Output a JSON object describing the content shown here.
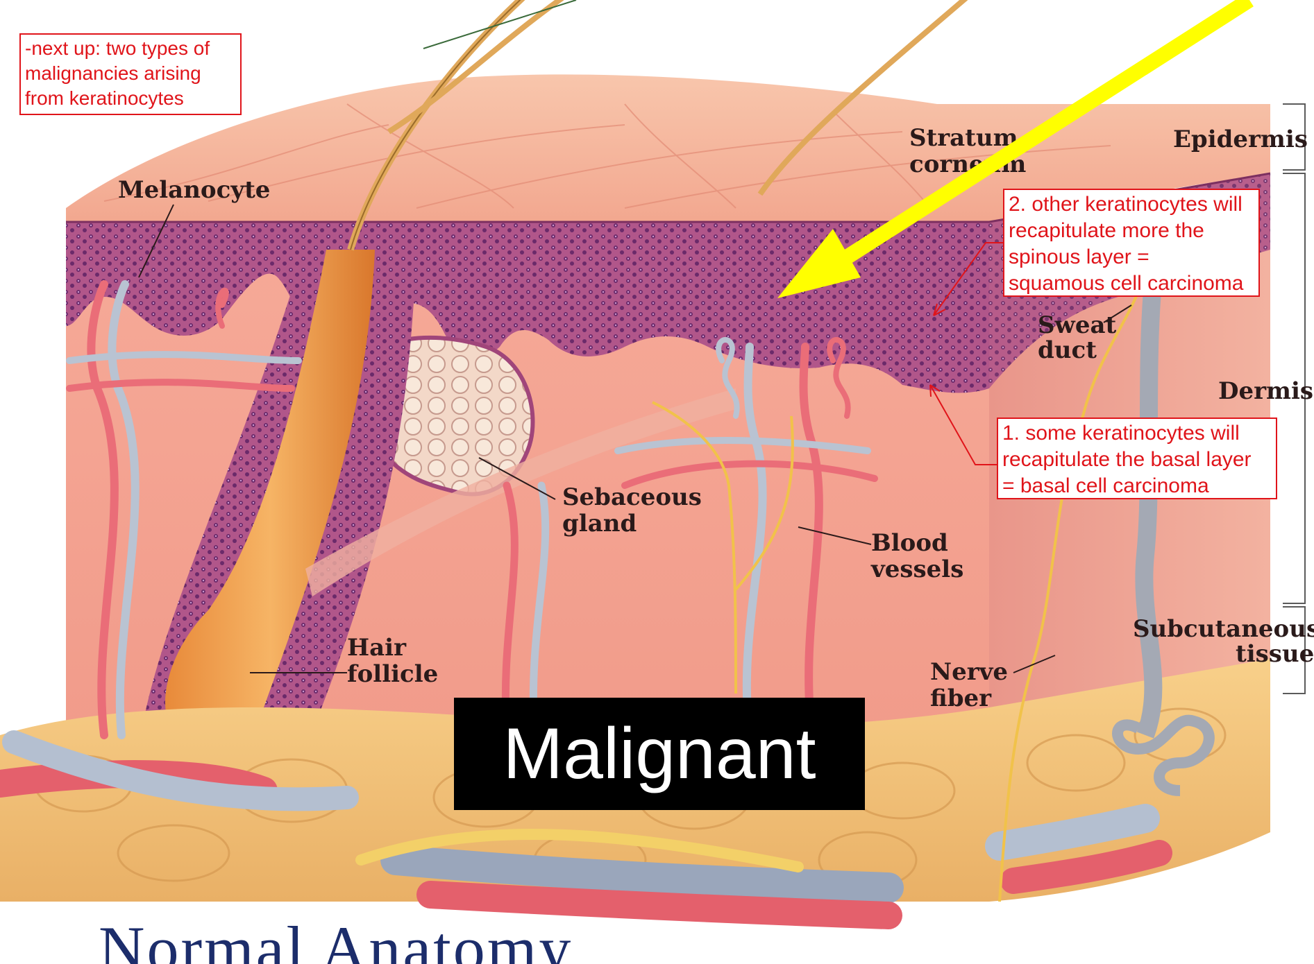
{
  "labels": {
    "melanocyte": "Melanocyte",
    "stratum_corneum": "Stratum\ncorneum",
    "epidermis": "Epidermis",
    "sweat_duct": "Sweat\nduct",
    "dermis": "Dermis",
    "sebaceous_gland": "Sebaceous\ngland",
    "blood_vessels": "Blood\nvessels",
    "hair_follicle": "Hair\nfollicle",
    "nerve_fiber": "Nerve\nfiber",
    "subcutaneous_tissue": "Subcutaneous\ntissue"
  },
  "notes": {
    "next_up": "-next up: two types of\nmalignancies arising\nfrom keratinocytes",
    "squamous": "2. other keratinocytes will\nrecapitulate more the\nspinous layer =\nsquamous cell carcinoma",
    "basal": "1. some keratinocytes will\nrecapitulate the basal layer\n= basal cell carcinoma"
  },
  "banner": "Malignant",
  "title": "Normal Anatomy",
  "colors": {
    "skin": "#f4a08a",
    "epidermis_layer": "#a0457a",
    "annotation_red": "#e0141a",
    "pointer_arrow": "#ffff00",
    "title_blue": "#1c2d6b",
    "fat": "#f3c27a"
  }
}
